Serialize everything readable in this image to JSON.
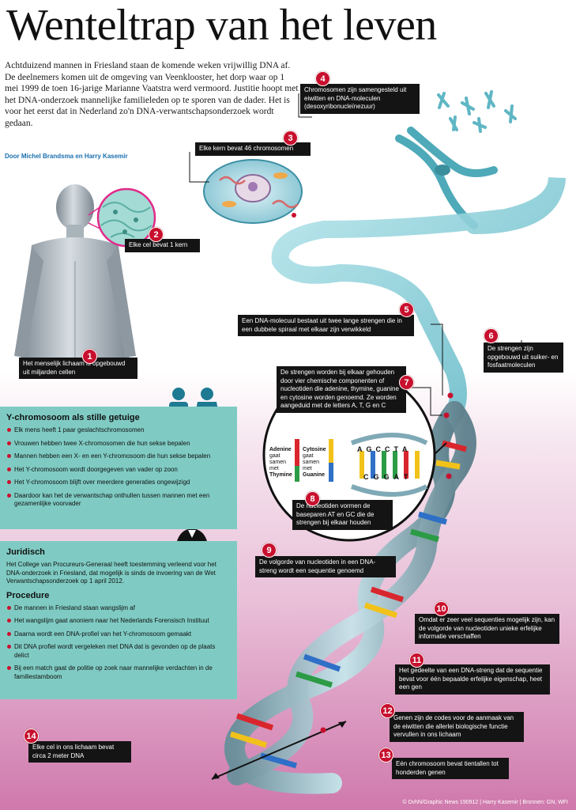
{
  "title": "Wenteltrap van het leven",
  "intro": "Achtduizend mannen in Friesland staan de komende weken vrijwillig DNA af. De deelnemers komen uit de omgeving van Veenklooster, het dorp waar op 1 mei 1999 de toen 16-jarige Marianne Vaatstra werd vermoord. Justitie hoopt met het DNA-onderzoek mannelijke familieleden op te sporen van de dader. Het is voor het eerst dat in Nederland zo'n DNA-verwantschapsonderzoek wordt gedaan.",
  "byline": "Door Michel Brandsma en Harry Kasemir",
  "callouts": [
    {
      "num": "1",
      "text": "Het menselijk lichaam is opgebouwd uit miljarden cellen"
    },
    {
      "num": "2",
      "text": "Elke cel bevat 1 kern"
    },
    {
      "num": "3",
      "text": "Elke kern bevat 46 chromosomen"
    },
    {
      "num": "4",
      "text": "Chromosomen zijn samengesteld uit eiwitten en DNA-moleculen (desoxyribonucleïnezuur)"
    },
    {
      "num": "5",
      "text": "Een DNA-molecuul bestaat uit twee lange strengen die in een dubbele spiraal met elkaar zijn verwikkeld"
    },
    {
      "num": "6",
      "text": "De strengen zijn opgebouwd uit suiker- en fosfaatmoleculen"
    },
    {
      "num": "7",
      "text": "De strengen worden bij elkaar gehouden door vier chemische componenten of nucleotiden die adenine, thymine, guanine en cytosine worden genoemd. Ze worden aangeduid met de letters A, T, G en C"
    },
    {
      "num": "8",
      "text": "De nucleotiden vormen de baseparen AT en GC die de strengen bij elkaar houden"
    },
    {
      "num": "9",
      "text": "De volgorde van nucleotiden in een DNA-streng wordt een sequentie genoemd"
    },
    {
      "num": "10",
      "text": "Omdat er zeer veel sequenties mogelijk zijn, kan de volgorde van nucleotiden unieke erfelijke informatie verschaffen"
    },
    {
      "num": "11",
      "text": "Het gedeelte van een DNA-streng dat de sequentie bevat voor één bepaalde erfelijke eigenschap, heet een gen"
    },
    {
      "num": "12",
      "text": "Genen zijn de codes voor de aanmaak van de eiwitten die allerlei biologische functie vervullen in ons lichaam"
    },
    {
      "num": "13",
      "text": "Eén chromosoom bevat tientallen tot honderden genen"
    },
    {
      "num": "14",
      "text": "Elke cel in ons lichaam bevat circa 2 meter DNA"
    }
  ],
  "pairs": {
    "adenine": "Adenine",
    "adenine_sub": "gaat samen met",
    "thymine": "Thymine",
    "cytosine": "Cytosine",
    "cytosine_sub": "gaat samen met",
    "guanine": "Guanine",
    "top_letters": [
      "A",
      "G",
      "C",
      "C",
      "T",
      "A"
    ],
    "bottom_letters": [
      "C",
      "G",
      "G",
      "A",
      "T"
    ]
  },
  "panel_y": {
    "heading": "Y-chromosoom als stille getuige",
    "items": [
      "Elk mens heeft 1 paar geslachtschromosomen",
      "Vrouwen hebben twee X-chromosomen die hun sekse bepalen",
      "Mannen hebben een X- en een Y-chromosoom die hun sekse bepalen",
      "Het Y-chromosoom wordt doorgegeven van vader op zoon",
      "Het Y-chromosoom blijft over meerdere generaties ongewijzigd",
      "Daardoor kan het de verwantschap onthullen tussen mannen met een gezamenlijke voorvader"
    ]
  },
  "panel_jur": {
    "heading": "Juridisch",
    "text": "Het College van Procureurs-Generaal heeft toestemming verleend voor het DNA-onderzoek in Friesland, dat mogelijk is sinds de invoering van de Wet Verwantschapsonderzoek op 1 april 2012.",
    "procedure_heading": "Procedure",
    "items": [
      "De mannen in Friesland staan wangslijm af",
      "Het wangslijm gaat anoniem naar het Nederlands Forensisch Instituut",
      "Daarna wordt een DNA-profiel van het Y-chromosoom gemaakt",
      "Dit DNA profiel wordt vergeleken met DNA dat is gevonden op de plaats delict",
      "Bij een match gaat de politie op zoek naar mannelijke verdachten in de familiestamboom"
    ]
  },
  "credit": "© DvhN/Graphic News 190912 | Harry Kasemir | Bronnen: GN, WFI",
  "colors": {
    "accent_red": "#c8102e",
    "panel_teal": "#7fcbc3",
    "dna_teal": "#8fd0d8",
    "figure_blue": "#1d7a92",
    "base_red": "#d9262e",
    "base_yellow": "#f2c21a",
    "base_blue": "#2e6fc7",
    "base_green": "#2c9b45"
  },
  "icons": [
    "man-figure-icon",
    "woman-figure-icon",
    "judge-icon",
    "double-arrow-icon"
  ]
}
